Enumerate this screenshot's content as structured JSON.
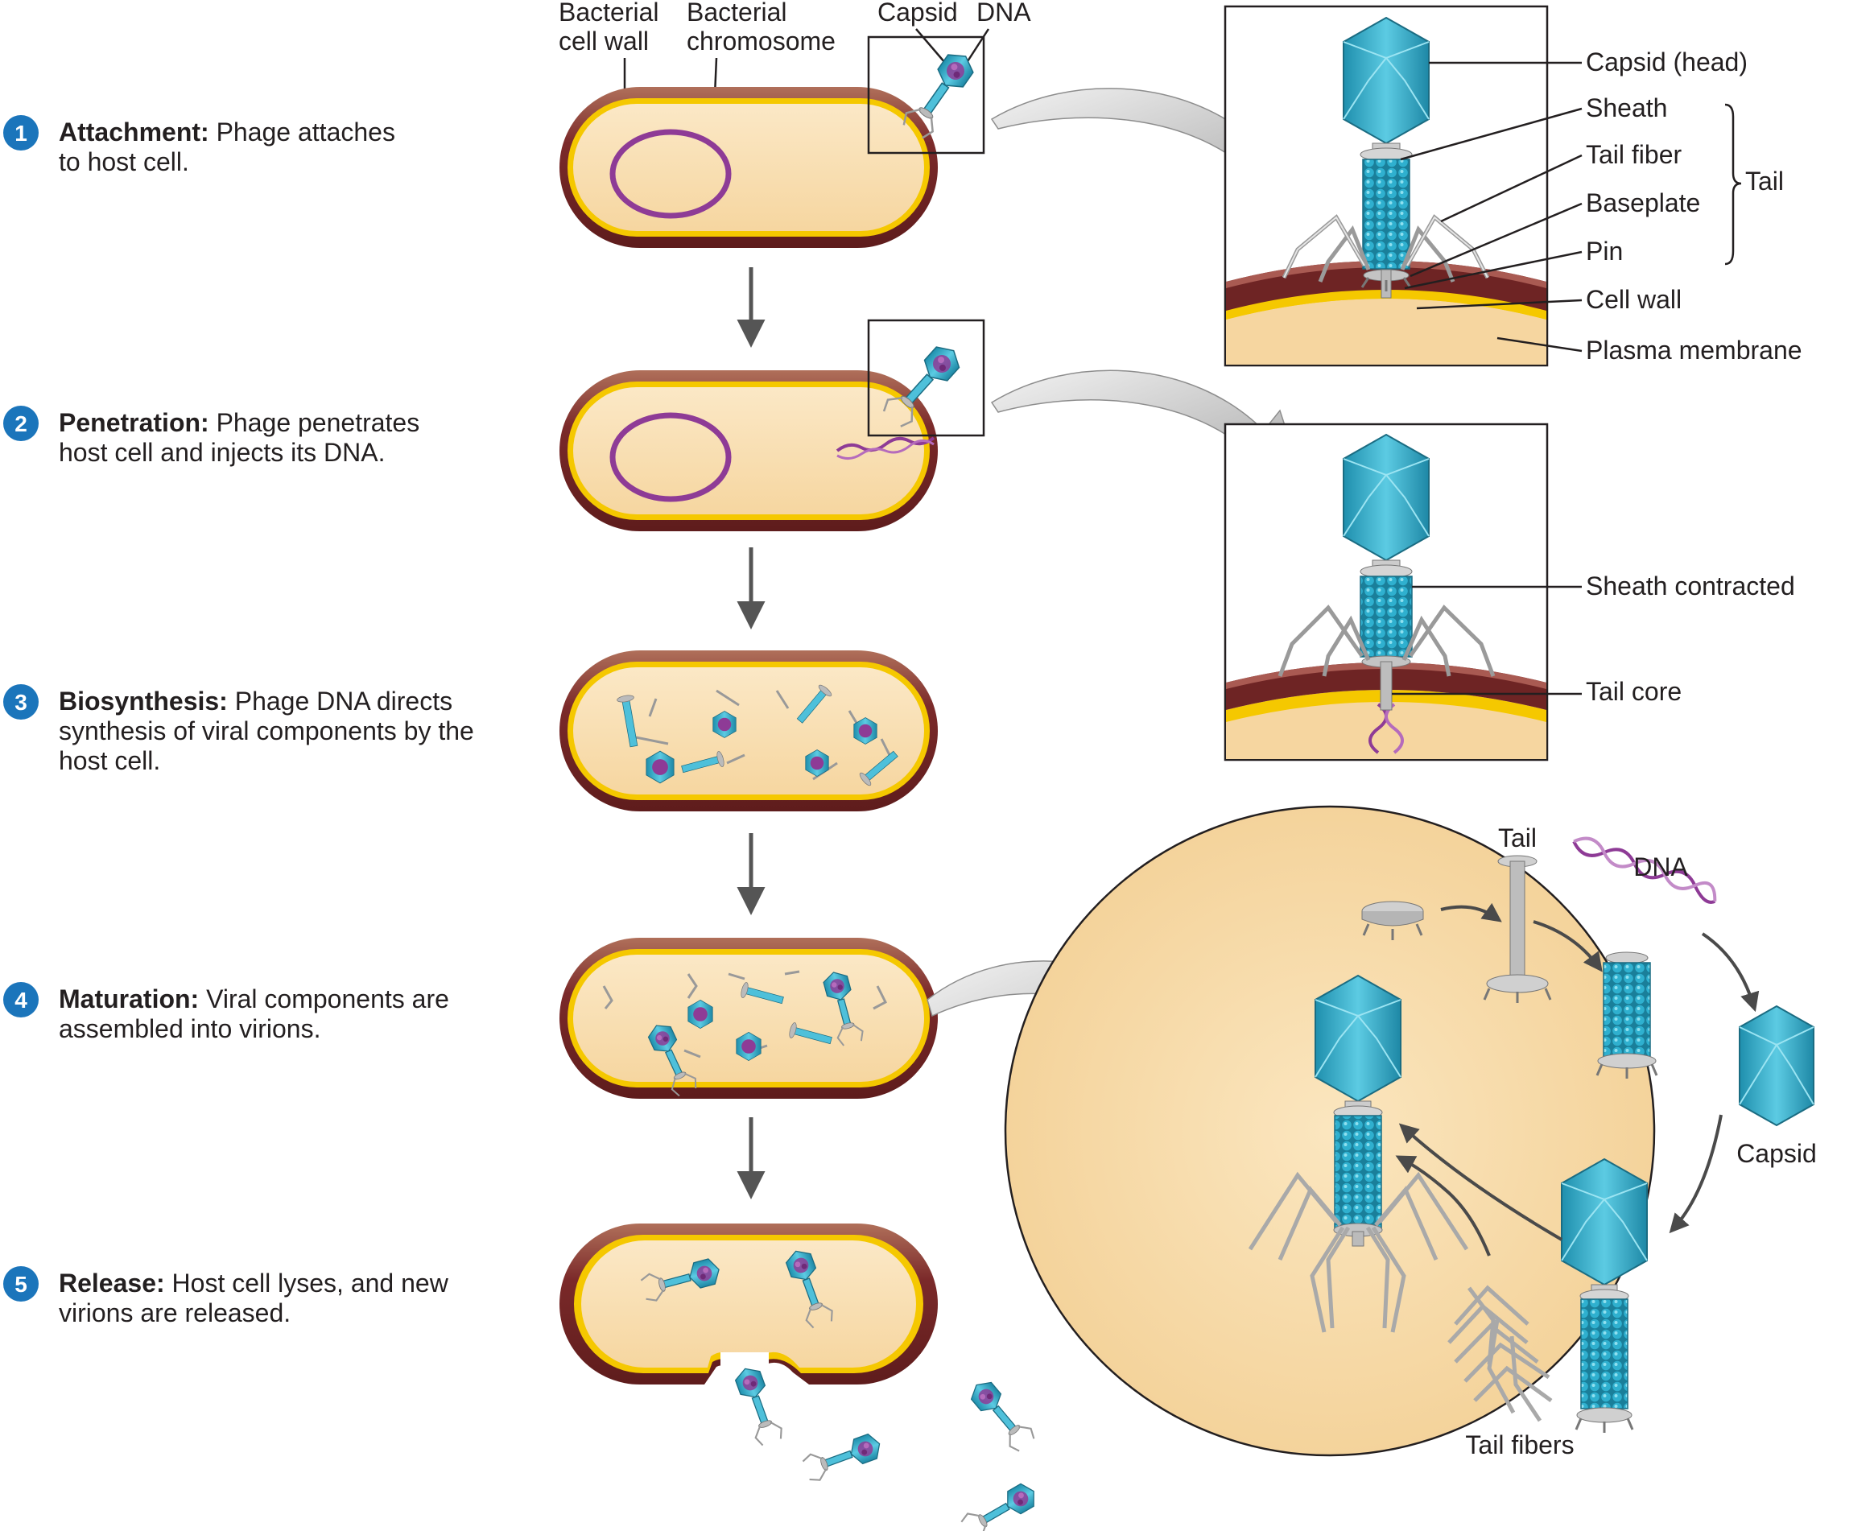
{
  "steps": [
    {
      "num": "1",
      "title": "Attachment:",
      "line1": " Phage attaches",
      "line2": "to host cell.",
      "line3": ""
    },
    {
      "num": "2",
      "title": "Penetration:",
      "line1": " Phage penetrates",
      "line2": "host cell and injects its DNA.",
      "line3": ""
    },
    {
      "num": "3",
      "title": "Biosynthesis:",
      "line1": " Phage DNA directs",
      "line2": "synthesis of viral components by the",
      "line3": "host cell."
    },
    {
      "num": "4",
      "title": "Maturation:",
      "line1": " Viral components are",
      "line2": "assembled into virions.",
      "line3": ""
    },
    {
      "num": "5",
      "title": "Release:",
      "line1": " Host cell lyses, and new",
      "line2": "virions are released.",
      "line3": ""
    }
  ],
  "top_labels": {
    "cell_wall_1": "Bacterial",
    "cell_wall_2": "cell wall",
    "chromosome_1": "Bacterial",
    "chromosome_2": "chromosome",
    "capsid": "Capsid",
    "dna": "DNA"
  },
  "inset1_labels": {
    "capsid_head": "Capsid (head)",
    "sheath": "Sheath",
    "tail_fiber": "Tail fiber",
    "baseplate": "Baseplate",
    "pin": "Pin",
    "tail": "Tail",
    "cell_wall": "Cell wall",
    "plasma_membrane": "Plasma membrane"
  },
  "inset2_labels": {
    "sheath_contracted": "Sheath contracted",
    "tail_core": "Tail core"
  },
  "assembly_labels": {
    "tail": "Tail",
    "dna": "DNA",
    "capsid": "Capsid",
    "tail_fibers": "Tail fibers"
  },
  "colors": {
    "step_circle": "#1b75bb",
    "cell_wall": "#7b2a2a",
    "cell_interior": "#fbe4b8",
    "membrane": "#f5c800",
    "capsid": "#2aa5c4",
    "dna": "#8e3b96",
    "zoom_arrow": "#c8c8c8"
  }
}
